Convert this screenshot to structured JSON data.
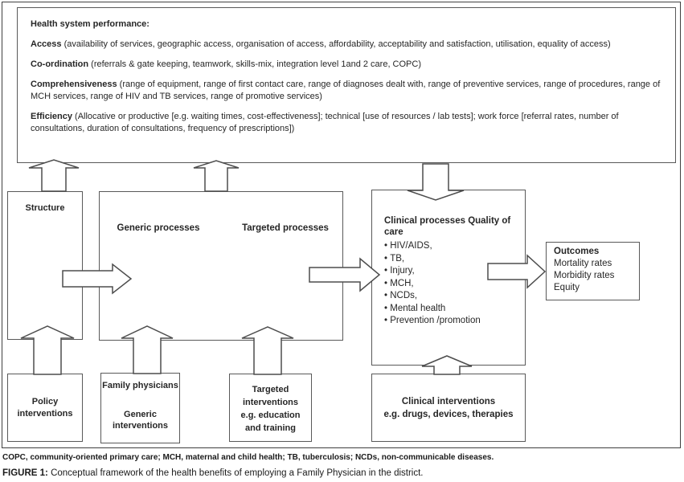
{
  "figure": {
    "performance_box": {
      "title": "Health system performance:",
      "items": [
        {
          "lead": "Access",
          "rest": " (availability of services, geographic access, organisation of access, affordability, acceptability and satisfaction, utilisation, equality of access)"
        },
        {
          "lead": "Co-ordination",
          "rest": " (referrals & gate keeping, teamwork, skills-mix, integration level 1and 2 care, COPC)"
        },
        {
          "lead": "Comprehensiveness",
          "rest": " (range of equipment, range of first contact care, range of diagnoses dealt with, range of preventive services, range of procedures, range of MCH services, range of HIV and TB services, range of promotive services)"
        },
        {
          "lead": "Efficiency",
          "rest": " (Allocative or productive [e.g. waiting times, cost-effectiveness]; technical [use of resources / lab tests]; work force [referral rates, number of consultations, duration of consultations, frequency of prescriptions])"
        }
      ]
    },
    "structure_box": {
      "label": "Structure"
    },
    "processes_box": {
      "generic_label": "Generic processes",
      "targeted_label": "Targeted processes"
    },
    "clinical_box": {
      "title": "Clinical processes Quality of care",
      "items": [
        "HIV/AIDS,",
        "TB,",
        "Injury,",
        "MCH,",
        "NCDs,",
        "Mental health",
        "Prevention /promotion"
      ]
    },
    "outcomes_box": {
      "title": "Outcomes",
      "items": [
        "Mortality rates",
        "Morbidity rates",
        "Equity"
      ]
    },
    "policy_box": {
      "line1": "Policy",
      "line2": "interventions"
    },
    "family_box": {
      "line1": "Family physicians",
      "line2": "Generic",
      "line3": "interventions"
    },
    "targeted_box": {
      "lines": [
        "Targeted",
        "interventions",
        "e.g. education",
        "and training"
      ]
    },
    "clinical_interventions_box": {
      "line1": "Clinical interventions",
      "line2": "e.g. drugs, devices, therapies"
    }
  },
  "caption": {
    "abbreviations": "COPC, community-oriented primary care; MCH, maternal and child health; TB, tuberculosis; NCDs, non-communicable diseases.",
    "figure_label": "FIGURE 1:",
    "figure_text": " Conceptual framework of the health benefits of employing a Family Physician in the district."
  },
  "colors": {
    "frame_border": "#404040",
    "box_border": "#595959",
    "arrow_stroke": "#4d4d4d",
    "text": "#262626",
    "background": "#ffffff"
  }
}
